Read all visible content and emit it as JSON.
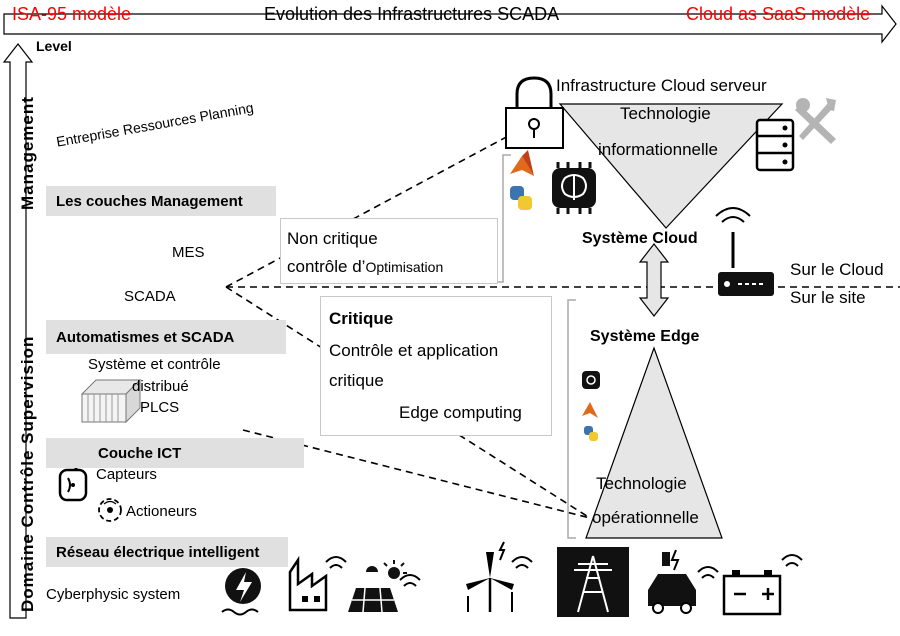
{
  "header": {
    "left_label": "ISA-95 modèle",
    "title": "Evolution des Infrastructures SCADA",
    "right_label": "Cloud as SaaS modèle"
  },
  "left_axis": {
    "level_label": "Level",
    "management": "Management",
    "supervision": "Domaine Contrôle Supervision"
  },
  "layers": {
    "erp": "Entreprise Ressources Planning",
    "management_band": "Les couches Management",
    "mes": "MES",
    "scada": "SCADA",
    "automation_band": "Automatismes et SCADA",
    "system_control_line1": "Système et contrôle",
    "system_control_line2": "distribué",
    "plcs": "PLCS",
    "ict_band": "Couche ICT",
    "sensors": "Capteurs",
    "actuators": "Actioneurs",
    "grid_band": "Réseau électrique intelligent",
    "cyber": "Cyberphysic system"
  },
  "non_critical": {
    "line1": "Non critique",
    "line2_a": "contrôle d’",
    "line2_b": "Optimisation"
  },
  "critical": {
    "title": "Critique",
    "line1": "Contrôle et application",
    "line2": "critique",
    "edge_computing": "Edge computing"
  },
  "cloud": {
    "title": "Infrastructure Cloud serveur",
    "tech_line1": "Technologie",
    "tech_line2": "informationnelle",
    "system": "Système Cloud"
  },
  "edge": {
    "system": "Système Edge",
    "tech_line1": "Technologie",
    "tech_line2": "opérationnelle"
  },
  "boundary": {
    "cloud_side": "Sur le Cloud",
    "site_side": "Sur le site"
  },
  "colors": {
    "accent_red": "#ff0000",
    "band_gray": "#e0e0e0"
  }
}
